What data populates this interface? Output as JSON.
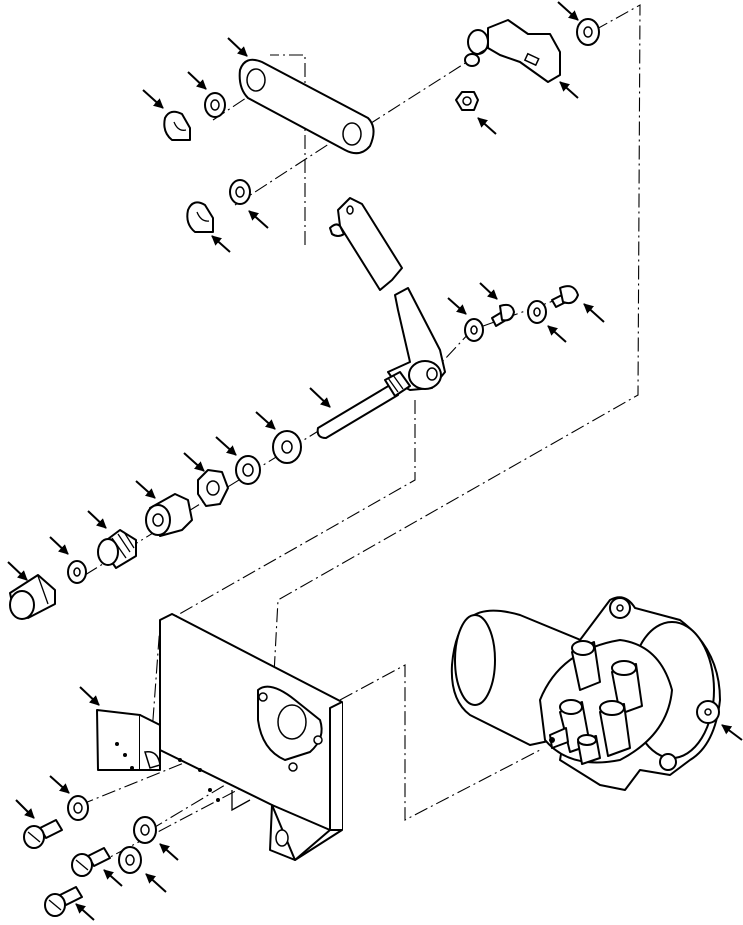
{
  "diagram": {
    "kind": "exploded-assembly-view",
    "callout_arrows": [
      "arrow-link-bar",
      "arrow-lever-bracket",
      "arrow-washer-top-right",
      "arrow-nut-top-right",
      "arrow-clip-upper",
      "arrow-washer-upper-left",
      "arrow-clip-lower",
      "arrow-washer-lower-left",
      "arrow-washer-mid-right",
      "arrow-bolt-mid-right",
      "arrow-washer-far-right",
      "arrow-screw-far-right",
      "arrow-shaft",
      "arrow-washer-1",
      "arrow-washer-2",
      "arrow-nut-mid",
      "arrow-bushing",
      "arrow-knob-adapter",
      "arrow-washer-3",
      "arrow-knob",
      "arrow-plate",
      "arrow-washer-left",
      "arrow-screw-left",
      "arrow-washer-bottom",
      "arrow-washer-bottom-2",
      "arrow-screw-bottom",
      "arrow-motor"
    ]
  }
}
